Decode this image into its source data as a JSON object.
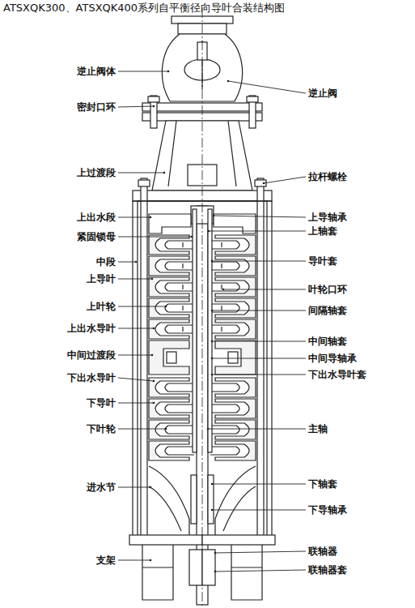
{
  "diagram": {
    "title": "ATSXQK300、ATSXQK400系列自平衡径向导叶合装结构图",
    "labels": [
      "逆止阀体",
      "密封口环",
      "上过渡段",
      "上出水段",
      "紧固锁母",
      "中段",
      "上导叶",
      "上叶轮",
      "上出水导叶",
      "中间过渡段",
      "下出水导叶",
      "下导叶",
      "下叶轮",
      "进水节",
      "支架",
      "逆止阀",
      "拉杆螺栓",
      "上导轴承",
      "上轴套",
      "导叶套",
      "叶轮口环",
      "间隔轴套",
      "中间轴套",
      "中间导轴承",
      "下出水导叶套",
      "主轴",
      "下轴套",
      "下导轴承",
      "联轴器",
      "联轴器套"
    ]
  }
}
